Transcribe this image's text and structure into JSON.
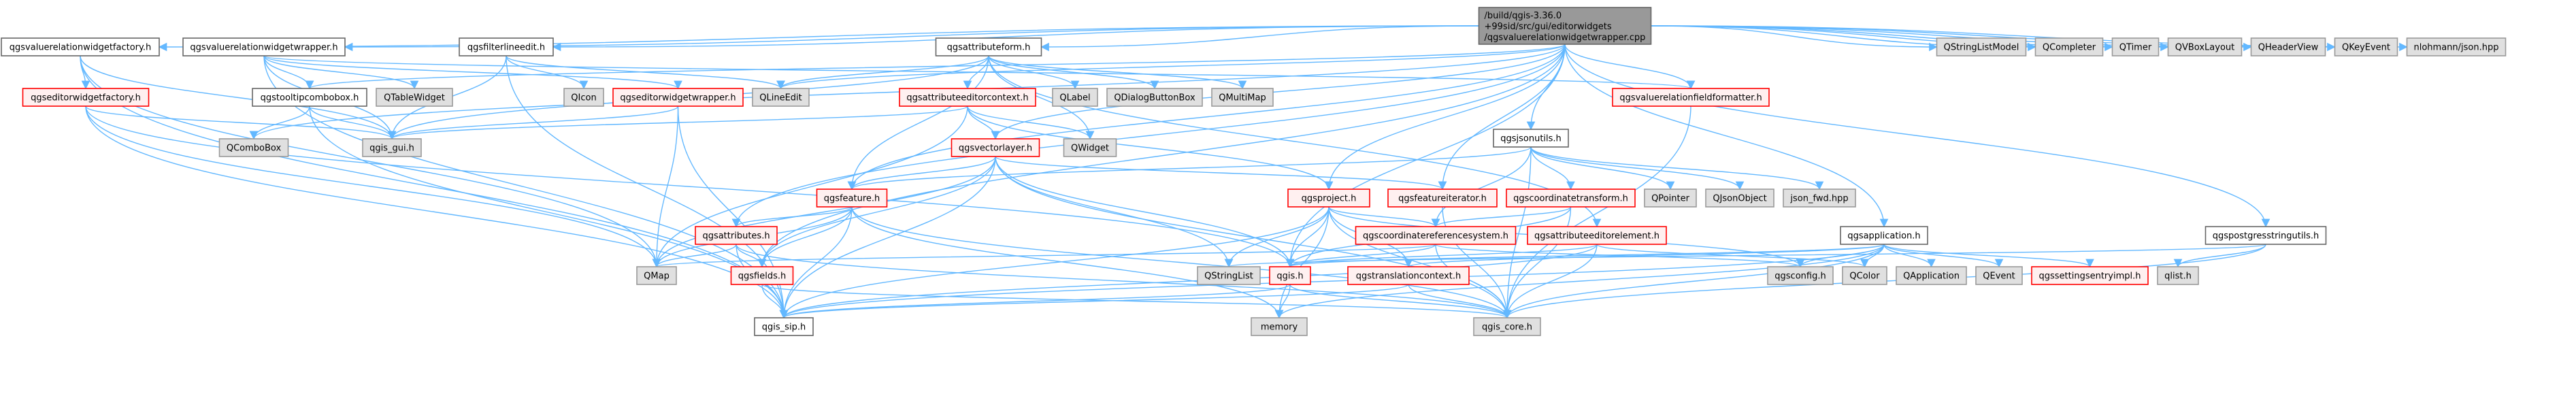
{
  "diagram": {
    "type": "include-dependency-graph",
    "colors": {
      "edge": "#63b8ff",
      "file_fill": "#ffffff",
      "external_fill": "#e0e0e0",
      "incomplete_fill": "#fff0f0",
      "incomplete_border": "#ff0000",
      "root_fill": "#999999"
    },
    "root": {
      "id": "root",
      "lines": [
        "/build/qgis-3.36.0",
        "+99sid/src/gui/editorwidgets",
        "/qgsvaluerelationwidgetwrapper.cpp"
      ]
    },
    "nodes": [
      {
        "id": "vrwfactory",
        "label": "qgsvaluerelationwidgetfactory.h",
        "kind": "file"
      },
      {
        "id": "vrwwrapper",
        "label": "qgsvaluerelationwidgetwrapper.h",
        "kind": "file"
      },
      {
        "id": "filterlineedit",
        "label": "qgsfilterlineedit.h",
        "kind": "file"
      },
      {
        "id": "attributeform",
        "label": "qgsattributeform.h",
        "kind": "file"
      },
      {
        "id": "qstringlistmodel",
        "label": "QStringListModel",
        "kind": "ext"
      },
      {
        "id": "qcompleter",
        "label": "QCompleter",
        "kind": "ext"
      },
      {
        "id": "qtimer",
        "label": "QTimer",
        "kind": "ext"
      },
      {
        "id": "qvboxlayout",
        "label": "QVBoxLayout",
        "kind": "ext"
      },
      {
        "id": "qheaderview",
        "label": "QHeaderView",
        "kind": "ext"
      },
      {
        "id": "qkeyevent",
        "label": "QKeyEvent",
        "kind": "ext"
      },
      {
        "id": "nlohmann",
        "label": "nlohmann/json.hpp",
        "kind": "ext"
      },
      {
        "id": "editorwidgetfactory",
        "label": "qgseditorwidgetfactory.h",
        "kind": "red"
      },
      {
        "id": "tooltipcombobox",
        "label": "qgstooltipcombobox.h",
        "kind": "file"
      },
      {
        "id": "qtablewidget",
        "label": "QTableWidget",
        "kind": "ext"
      },
      {
        "id": "qicon",
        "label": "QIcon",
        "kind": "ext"
      },
      {
        "id": "editorwidgetwrapper",
        "label": "qgseditorwidgetwrapper.h",
        "kind": "red"
      },
      {
        "id": "qlineedit",
        "label": "QLineEdit",
        "kind": "ext"
      },
      {
        "id": "attreditorcontext",
        "label": "qgsattributeeditorcontext.h",
        "kind": "red"
      },
      {
        "id": "qlabel",
        "label": "QLabel",
        "kind": "ext"
      },
      {
        "id": "qdialogbuttonbox",
        "label": "QDialogButtonBox",
        "kind": "ext"
      },
      {
        "id": "qmultimap",
        "label": "QMultiMap",
        "kind": "ext"
      },
      {
        "id": "vrfieldformatter",
        "label": "qgsvaluerelationfieldformatter.h",
        "kind": "red"
      },
      {
        "id": "qcombobox",
        "label": "QComboBox",
        "kind": "ext"
      },
      {
        "id": "qgisgui",
        "label": "qgis_gui.h",
        "kind": "ext"
      },
      {
        "id": "vectorlayer",
        "label": "qgsvectorlayer.h",
        "kind": "red"
      },
      {
        "id": "qwidget",
        "label": "QWidget",
        "kind": "ext"
      },
      {
        "id": "jsonutils",
        "label": "qgsjsonutils.h",
        "kind": "file"
      },
      {
        "id": "feature",
        "label": "qgsfeature.h",
        "kind": "red"
      },
      {
        "id": "project",
        "label": "qgsproject.h",
        "kind": "red"
      },
      {
        "id": "featureiterator",
        "label": "qgsfeatureiterator.h",
        "kind": "red"
      },
      {
        "id": "coordtransform",
        "label": "qgscoordinatetransform.h",
        "kind": "red"
      },
      {
        "id": "qpointer",
        "label": "QPointer",
        "kind": "ext"
      },
      {
        "id": "qjsonobject",
        "label": "QJsonObject",
        "kind": "ext"
      },
      {
        "id": "jsonfwd",
        "label": "json_fwd.hpp",
        "kind": "ext"
      },
      {
        "id": "attributes",
        "label": "qgsattributes.h",
        "kind": "red"
      },
      {
        "id": "crs",
        "label": "qgscoordinatereferencesystem.h",
        "kind": "red"
      },
      {
        "id": "attreditorelement",
        "label": "qgsattributeeditorelement.h",
        "kind": "red"
      },
      {
        "id": "application",
        "label": "qgsapplication.h",
        "kind": "file"
      },
      {
        "id": "postgresstringutils",
        "label": "qgspostgresstringutils.h",
        "kind": "file"
      },
      {
        "id": "qmap",
        "label": "QMap",
        "kind": "ext"
      },
      {
        "id": "fields",
        "label": "qgsfields.h",
        "kind": "red"
      },
      {
        "id": "qstringlist",
        "label": "QStringList",
        "kind": "ext"
      },
      {
        "id": "qgish",
        "label": "qgis.h",
        "kind": "red"
      },
      {
        "id": "translationcontext",
        "label": "qgstranslationcontext.h",
        "kind": "red"
      },
      {
        "id": "qgsconfig",
        "label": "qgsconfig.h",
        "kind": "ext"
      },
      {
        "id": "qcolor",
        "label": "QColor",
        "kind": "ext"
      },
      {
        "id": "qapplication",
        "label": "QApplication",
        "kind": "ext"
      },
      {
        "id": "qevent",
        "label": "QEvent",
        "kind": "ext"
      },
      {
        "id": "settingsentryimpl",
        "label": "qgssettingsentryimpl.h",
        "kind": "red"
      },
      {
        "id": "qlist",
        "label": "qlist.h",
        "kind": "ext"
      },
      {
        "id": "qgissip",
        "label": "qgis_sip.h",
        "kind": "file"
      },
      {
        "id": "memory",
        "label": "memory",
        "kind": "ext"
      },
      {
        "id": "qgiscore",
        "label": "qgis_core.h",
        "kind": "ext"
      }
    ],
    "edges": [
      [
        "root",
        "vrwfactory"
      ],
      [
        "root",
        "vrwwrapper"
      ],
      [
        "root",
        "filterlineedit"
      ],
      [
        "root",
        "attributeform"
      ],
      [
        "root",
        "qstringlistmodel"
      ],
      [
        "root",
        "qcompleter"
      ],
      [
        "root",
        "qtimer"
      ],
      [
        "root",
        "qvboxlayout"
      ],
      [
        "root",
        "qheaderview"
      ],
      [
        "root",
        "qkeyevent"
      ],
      [
        "root",
        "nlohmann"
      ],
      [
        "root",
        "vrfieldformatter"
      ],
      [
        "root",
        "qlineedit"
      ],
      [
        "root",
        "jsonutils"
      ],
      [
        "root",
        "project"
      ],
      [
        "root",
        "featureiterator"
      ],
      [
        "root",
        "application"
      ],
      [
        "root",
        "postgresstringutils"
      ],
      [
        "root",
        "feature"
      ],
      [
        "root",
        "attributes"
      ],
      [
        "root",
        "fields"
      ],
      [
        "root",
        "qgish"
      ],
      [
        "root",
        "vectorlayer"
      ],
      [
        "root",
        "tooltipcombobox"
      ],
      [
        "root",
        "qcombobox"
      ],
      [
        "vrwfactory",
        "editorwidgetfactory"
      ],
      [
        "vrwfactory",
        "qgisgui"
      ],
      [
        "vrwfactory",
        "qmap"
      ],
      [
        "vrwfactory",
        "qgissip"
      ],
      [
        "editorwidgetfactory",
        "qgisgui"
      ],
      [
        "editorwidgetfactory",
        "qmap"
      ],
      [
        "editorwidgetfactory",
        "qgissip"
      ],
      [
        "editorwidgetfactory",
        "qgish"
      ],
      [
        "vrwwrapper",
        "tooltipcombobox"
      ],
      [
        "vrwwrapper",
        "qtablewidget"
      ],
      [
        "vrwwrapper",
        "editorwidgetwrapper"
      ],
      [
        "vrwwrapper",
        "qgisgui"
      ],
      [
        "vrwwrapper",
        "qgissip"
      ],
      [
        "vrwwrapper",
        "vrfieldformatter"
      ],
      [
        "tooltipcombobox",
        "qcombobox"
      ],
      [
        "tooltipcombobox",
        "qgisgui"
      ],
      [
        "tooltipcombobox",
        "qgissip"
      ],
      [
        "filterlineedit",
        "qicon"
      ],
      [
        "filterlineedit",
        "qlineedit"
      ],
      [
        "filterlineedit",
        "qgisgui"
      ],
      [
        "filterlineedit",
        "qgissip"
      ],
      [
        "editorwidgetwrapper",
        "qgisgui"
      ],
      [
        "editorwidgetwrapper",
        "qmap"
      ],
      [
        "editorwidgetwrapper",
        "qgissip"
      ],
      [
        "attributeform",
        "attreditorcontext"
      ],
      [
        "attributeform",
        "qlabel"
      ],
      [
        "attributeform",
        "qdialogbuttonbox"
      ],
      [
        "attributeform",
        "qmultimap"
      ],
      [
        "attributeform",
        "qwidget"
      ],
      [
        "attributeform",
        "qgisgui"
      ],
      [
        "attributeform",
        "qlineedit"
      ],
      [
        "attributeform",
        "attreditorelement"
      ],
      [
        "attributeform",
        "feature"
      ],
      [
        "attreditorcontext",
        "vectorlayer"
      ],
      [
        "attreditorcontext",
        "qwidget"
      ],
      [
        "attreditorcontext",
        "qgisgui"
      ],
      [
        "attreditorcontext",
        "project"
      ],
      [
        "attreditorcontext",
        "qmap"
      ],
      [
        "vectorlayer",
        "feature"
      ],
      [
        "vectorlayer",
        "fields"
      ],
      [
        "vectorlayer",
        "qgish"
      ],
      [
        "vectorlayer",
        "qmap"
      ],
      [
        "vectorlayer",
        "qstringlist"
      ],
      [
        "vectorlayer",
        "featureiterator"
      ],
      [
        "vectorlayer",
        "qgissip"
      ],
      [
        "vectorlayer",
        "qgiscore"
      ],
      [
        "feature",
        "attributes"
      ],
      [
        "feature",
        "fields"
      ],
      [
        "feature",
        "qmap"
      ],
      [
        "feature",
        "qgissip"
      ],
      [
        "feature",
        "qgiscore"
      ],
      [
        "feature",
        "memory"
      ],
      [
        "attributes",
        "qmap"
      ],
      [
        "attributes",
        "fields"
      ],
      [
        "attributes",
        "qgissip"
      ],
      [
        "attributes",
        "qgiscore"
      ],
      [
        "fields",
        "qgissip"
      ],
      [
        "fields",
        "qgiscore"
      ],
      [
        "project",
        "crs"
      ],
      [
        "project",
        "qgish"
      ],
      [
        "project",
        "qstringlist"
      ],
      [
        "project",
        "translationcontext"
      ],
      [
        "project",
        "qgissip"
      ],
      [
        "project",
        "qgiscore"
      ],
      [
        "project",
        "memory"
      ],
      [
        "project",
        "qgsconfig"
      ],
      [
        "crs",
        "qgish"
      ],
      [
        "crs",
        "qgiscore"
      ],
      [
        "crs",
        "qmap"
      ],
      [
        "crs",
        "qgsconfig"
      ],
      [
        "featureiterator",
        "qgiscore"
      ],
      [
        "jsonutils",
        "feature"
      ],
      [
        "jsonutils",
        "coordtransform"
      ],
      [
        "jsonutils",
        "crs"
      ],
      [
        "jsonutils",
        "qpointer"
      ],
      [
        "jsonutils",
        "qjsonobject"
      ],
      [
        "jsonutils",
        "jsonfwd"
      ],
      [
        "jsonutils",
        "qgiscore"
      ],
      [
        "coordtransform",
        "crs"
      ],
      [
        "coordtransform",
        "qgiscore"
      ],
      [
        "coordtransform",
        "qgish"
      ],
      [
        "attreditorelement",
        "qgish"
      ],
      [
        "attreditorelement",
        "qgiscore"
      ],
      [
        "attreditorelement",
        "qcolor"
      ],
      [
        "attreditorelement",
        "qgissip"
      ],
      [
        "application",
        "qapplication"
      ],
      [
        "application",
        "qevent"
      ],
      [
        "application",
        "settingsentryimpl"
      ],
      [
        "application",
        "qcolor"
      ],
      [
        "application",
        "qgsconfig"
      ],
      [
        "application",
        "qgish"
      ],
      [
        "application",
        "qgiscore"
      ],
      [
        "application",
        "qgissip"
      ],
      [
        "application",
        "translationcontext"
      ],
      [
        "application",
        "memory"
      ],
      [
        "postgresstringutils",
        "qlist"
      ],
      [
        "postgresstringutils",
        "qgiscore"
      ],
      [
        "postgresstringutils",
        "qstringlist"
      ],
      [
        "qgish",
        "memory"
      ],
      [
        "qgish",
        "qgissip"
      ],
      [
        "qgish",
        "qgiscore"
      ],
      [
        "translationcontext",
        "qgiscore"
      ],
      [
        "translationcontext",
        "qgissip"
      ],
      [
        "vrfieldformatter",
        "qgiscore"
      ]
    ]
  }
}
